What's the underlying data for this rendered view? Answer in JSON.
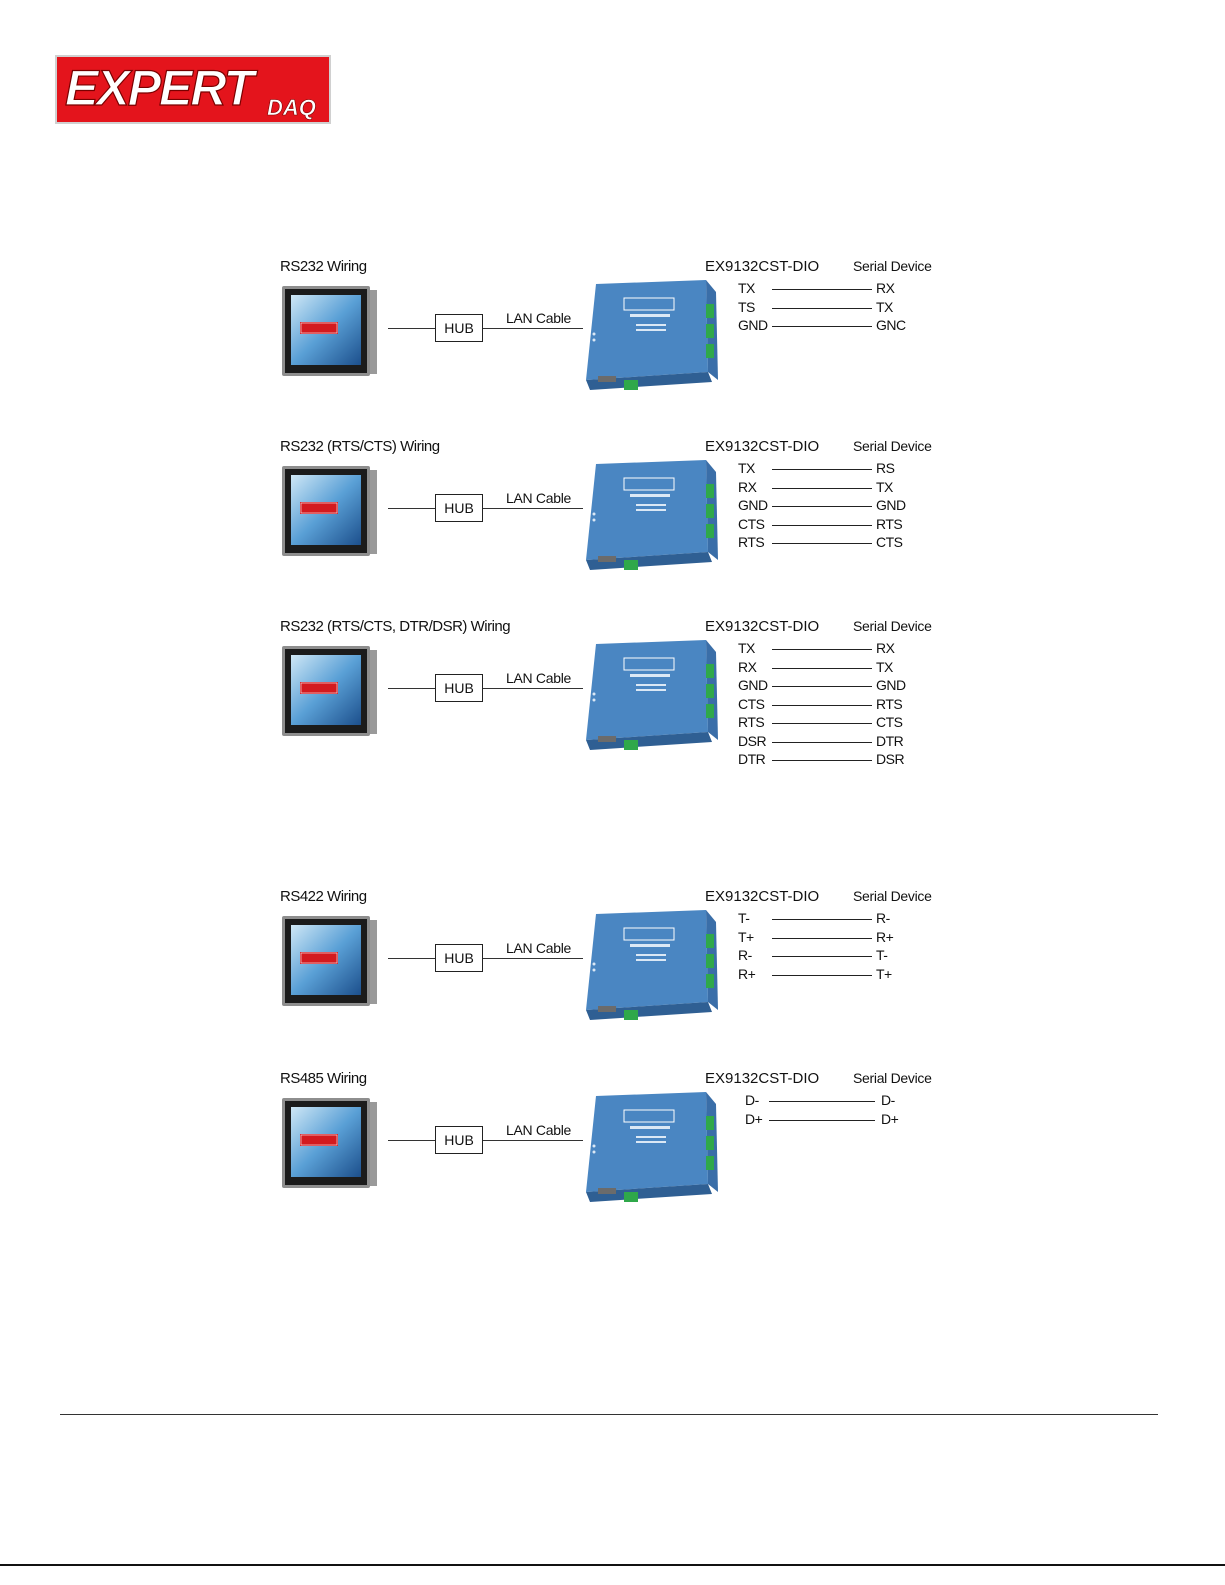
{
  "brand": {
    "logo_text": "EXPERT",
    "logo_sub": "DAQ",
    "logo_color": "#e4141c"
  },
  "sections": [
    {
      "title": "RS232 Wiring",
      "device_label": "EX9132CST-DIO",
      "serial_label": "Serial Device",
      "hub_label": "HUB",
      "cable_label": "LAN Cable",
      "pins": [
        [
          "TX",
          "RX"
        ],
        [
          "TS",
          "TX"
        ],
        [
          "GND",
          "GNC"
        ]
      ]
    },
    {
      "title": "RS232 (RTS/CTS) Wiring",
      "device_label": "EX9132CST-DIO",
      "serial_label": "Serial Device",
      "hub_label": "HUB",
      "cable_label": "LAN Cable",
      "pins": [
        [
          "TX",
          "RS"
        ],
        [
          "RX",
          "TX"
        ],
        [
          "GND",
          "GND"
        ],
        [
          "CTS",
          "RTS"
        ],
        [
          "RTS",
          "CTS"
        ]
      ]
    },
    {
      "title": "RS232 (RTS/CTS, DTR/DSR) Wiring",
      "device_label": "EX9132CST-DIO",
      "serial_label": "Serial Device",
      "hub_label": "HUB",
      "cable_label": "LAN Cable",
      "pins": [
        [
          "TX",
          "RX"
        ],
        [
          "RX",
          "TX"
        ],
        [
          "GND",
          "GND"
        ],
        [
          "CTS",
          "RTS"
        ],
        [
          "RTS",
          "CTS"
        ],
        [
          "DSR",
          "DTR"
        ],
        [
          "DTR",
          "DSR"
        ]
      ]
    },
    {
      "title": "RS422 Wiring",
      "device_label": "EX9132CST-DIO",
      "serial_label": "Serial Device",
      "hub_label": "HUB",
      "cable_label": "LAN Cable",
      "pins": [
        [
          "T-",
          "R-"
        ],
        [
          "T+",
          "R+"
        ],
        [
          "R-",
          "T-"
        ],
        [
          "R+",
          "T+"
        ]
      ]
    },
    {
      "title": "RS485 Wiring",
      "device_label": "EX9132CST-DIO",
      "serial_label": "Serial Device",
      "hub_label": "HUB",
      "cable_label": "LAN Cable",
      "pins": [
        [
          "D-",
          "D-"
        ],
        [
          "D+",
          "D+"
        ]
      ]
    }
  ]
}
